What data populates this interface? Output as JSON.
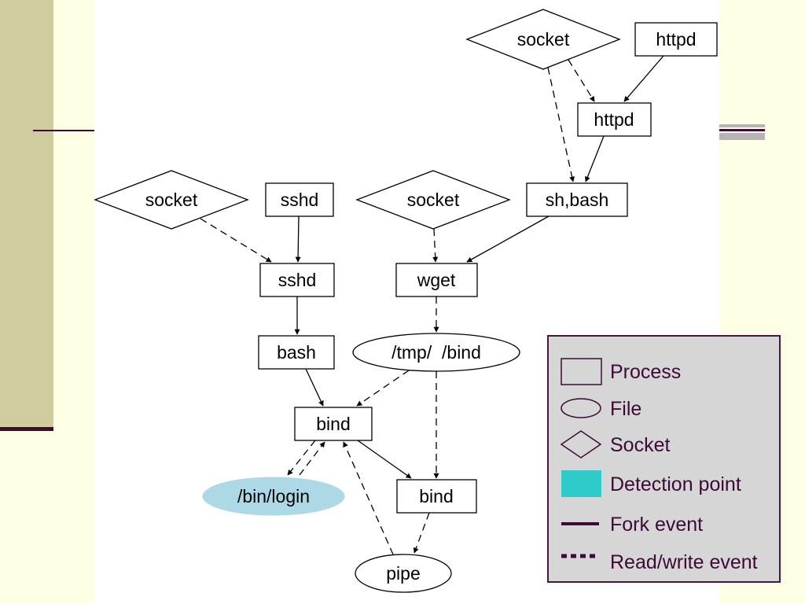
{
  "colors": {
    "background": "#ffffe6",
    "left_band": "#cfcda0",
    "accent_dark": "#3d0a36",
    "figure_background": "#ffffff",
    "detection_point": "#2ecbc9",
    "detected_node_fill": "#add8e6",
    "legend_background": "#d6d6d6",
    "legend_text": "#3c0a36"
  },
  "diagram": {
    "nodes": [
      {
        "id": "socket_top",
        "shape": "diamond",
        "label": "socket"
      },
      {
        "id": "httpd_top",
        "shape": "box",
        "label": "httpd"
      },
      {
        "id": "httpd_mid",
        "shape": "box",
        "label": "httpd"
      },
      {
        "id": "sh_bash",
        "shape": "box",
        "label": "sh,bash"
      },
      {
        "id": "socket_left",
        "shape": "diamond",
        "label": "socket"
      },
      {
        "id": "sshd_top",
        "shape": "box",
        "label": "sshd"
      },
      {
        "id": "socket_mid",
        "shape": "diamond",
        "label": "socket"
      },
      {
        "id": "sshd_mid",
        "shape": "box",
        "label": "sshd"
      },
      {
        "id": "wget",
        "shape": "box",
        "label": "wget"
      },
      {
        "id": "bash",
        "shape": "box",
        "label": "bash"
      },
      {
        "id": "tmp_bind",
        "shape": "ellipse",
        "label": "/tmp/  /bind"
      },
      {
        "id": "bind_main",
        "shape": "box",
        "label": "bind"
      },
      {
        "id": "bin_login",
        "shape": "ellipse",
        "label": "/bin/login",
        "detection_point": true
      },
      {
        "id": "bind_child",
        "shape": "box",
        "label": "bind"
      },
      {
        "id": "pipe",
        "shape": "ellipse",
        "label": "pipe"
      }
    ],
    "edges": [
      {
        "from": "httpd_top",
        "to": "httpd_mid",
        "type": "fork"
      },
      {
        "from": "socket_top",
        "to": "httpd_mid",
        "type": "read_write"
      },
      {
        "from": "socket_top",
        "to": "sh_bash",
        "type": "read_write"
      },
      {
        "from": "httpd_mid",
        "to": "sh_bash",
        "type": "fork"
      },
      {
        "from": "sh_bash",
        "to": "wget",
        "type": "fork"
      },
      {
        "from": "socket_mid",
        "to": "wget",
        "type": "read_write"
      },
      {
        "from": "socket_left",
        "to": "sshd_mid",
        "type": "read_write"
      },
      {
        "from": "sshd_top",
        "to": "sshd_mid",
        "type": "fork"
      },
      {
        "from": "sshd_mid",
        "to": "bash",
        "type": "fork"
      },
      {
        "from": "wget",
        "to": "tmp_bind",
        "type": "read_write"
      },
      {
        "from": "bash",
        "to": "bind_main",
        "type": "fork"
      },
      {
        "from": "tmp_bind",
        "to": "bind_main",
        "type": "read_write"
      },
      {
        "from": "tmp_bind",
        "to": "bind_child",
        "type": "read_write"
      },
      {
        "from": "bind_main",
        "to": "bin_login",
        "type": "read_write"
      },
      {
        "from": "bin_login",
        "to": "bind_main",
        "type": "read_write"
      },
      {
        "from": "bind_main",
        "to": "bind_child",
        "type": "fork"
      },
      {
        "from": "pipe",
        "to": "bind_main",
        "type": "read_write"
      },
      {
        "from": "bind_child",
        "to": "pipe",
        "type": "read_write"
      }
    ]
  },
  "legend": {
    "items": [
      {
        "symbol": "process-box",
        "label": "Process"
      },
      {
        "symbol": "file-ellipse",
        "label": "File"
      },
      {
        "symbol": "socket-diamond",
        "label": "Socket"
      },
      {
        "symbol": "detection-swatch",
        "label": "Detection point"
      },
      {
        "symbol": "fork-line",
        "label": "Fork event"
      },
      {
        "symbol": "read-write-dashes",
        "label": "Read/write event"
      }
    ]
  }
}
